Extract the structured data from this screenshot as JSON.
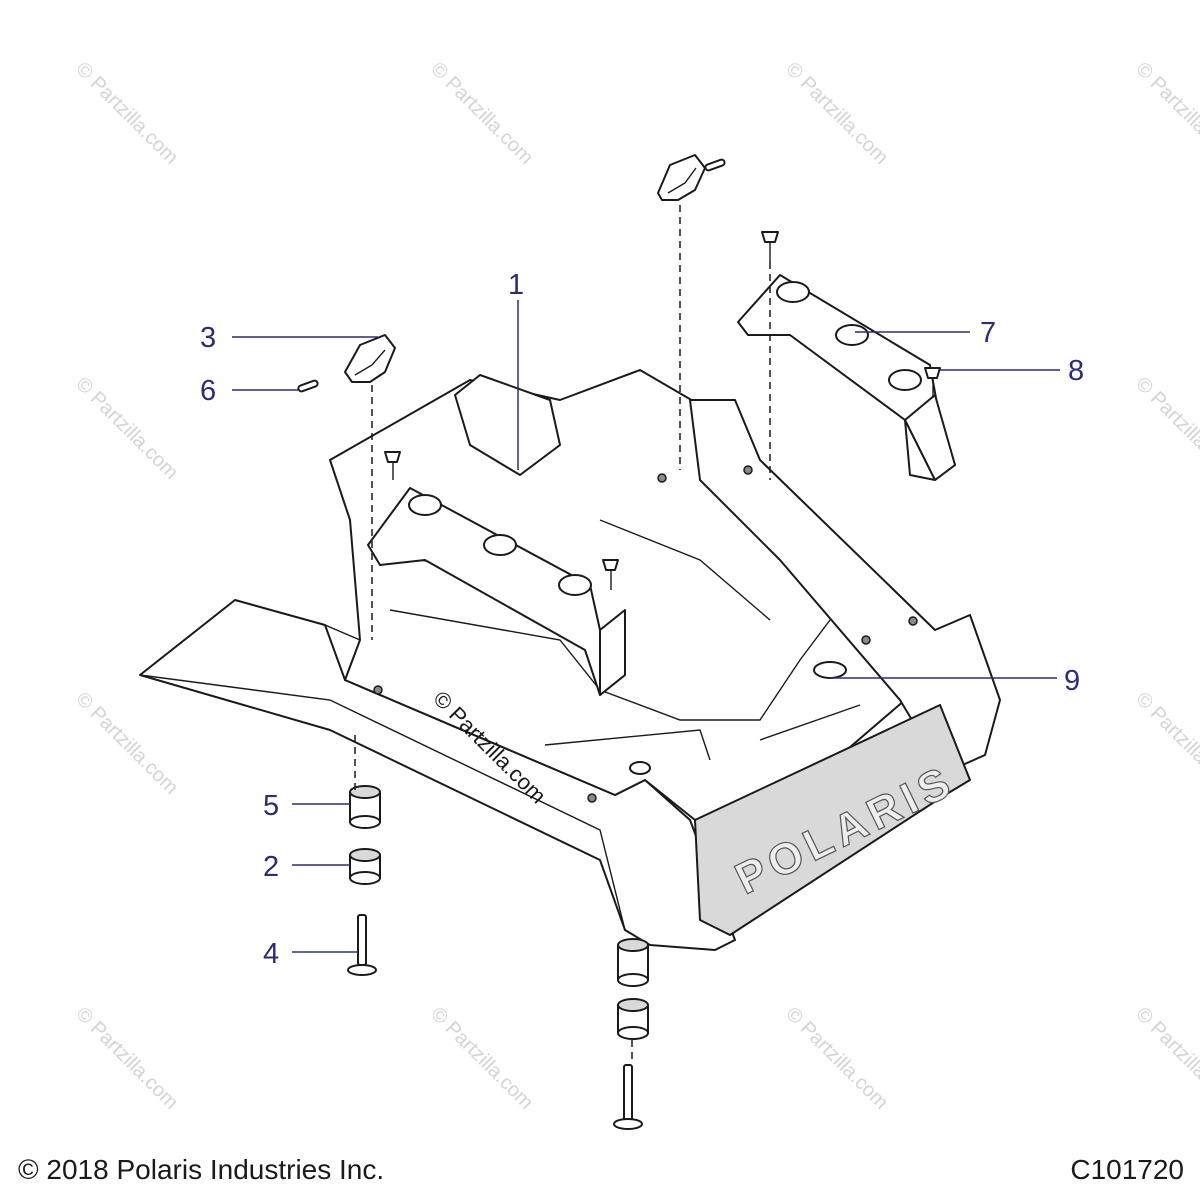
{
  "watermark": "© Partzilla.com",
  "center_watermark": "© Partzilla.com",
  "brand_emboss": "POLARIS",
  "footer": {
    "copyright": "© 2018 Polaris Industries Inc.",
    "figure_id": "C101720"
  },
  "callouts": [
    {
      "number": "1"
    },
    {
      "number": "3"
    },
    {
      "number": "6"
    },
    {
      "number": "7"
    },
    {
      "number": "8"
    },
    {
      "number": "9"
    },
    {
      "number": "5"
    },
    {
      "number": "2"
    },
    {
      "number": "4"
    }
  ],
  "colors": {
    "callout": "#2b2b7a",
    "line": "#1a1a1a",
    "watermark": "#d4d4d4"
  }
}
